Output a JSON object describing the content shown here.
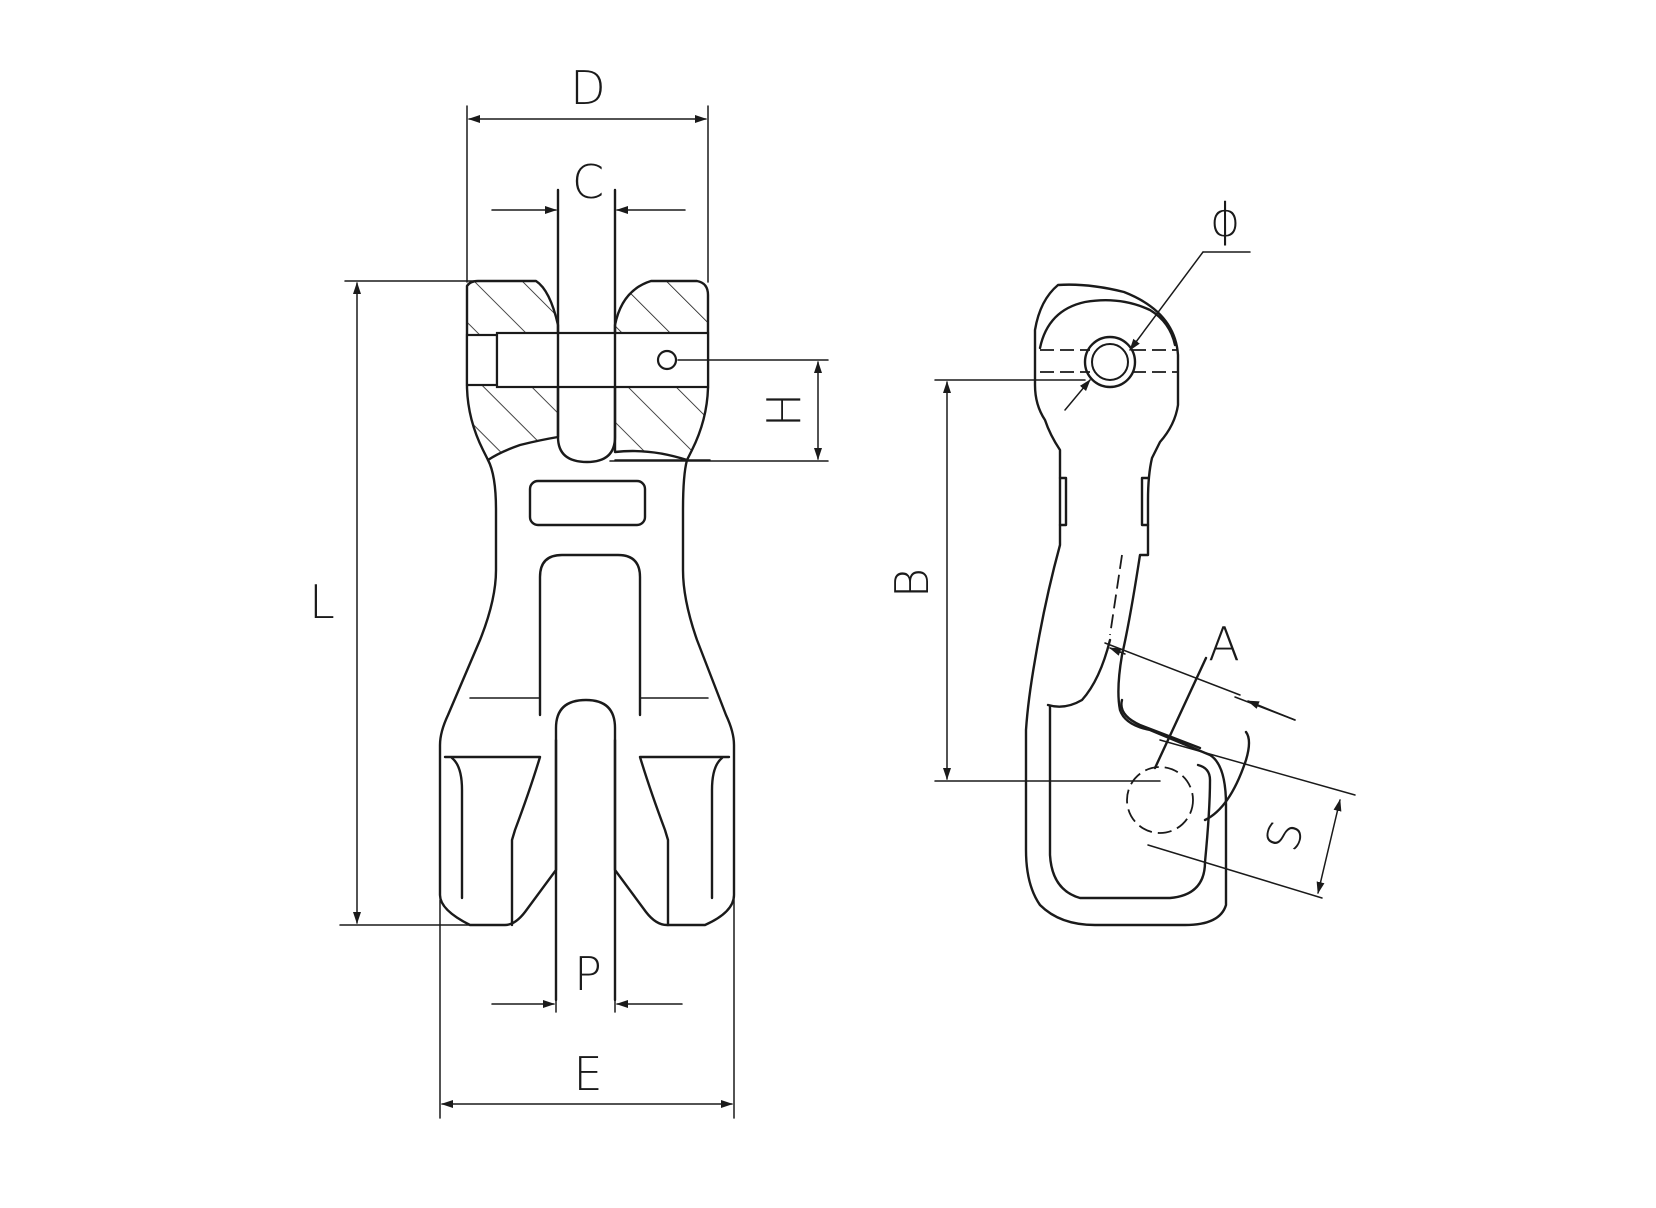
{
  "labels": {
    "D": "D",
    "C": "C",
    "H": "H",
    "L": "L",
    "P": "P",
    "E": "E",
    "B": "B",
    "A": "A",
    "S": "S",
    "phi": "ϕ"
  },
  "colors": {
    "line": "#1a1a1a",
    "background": "#ffffff"
  }
}
